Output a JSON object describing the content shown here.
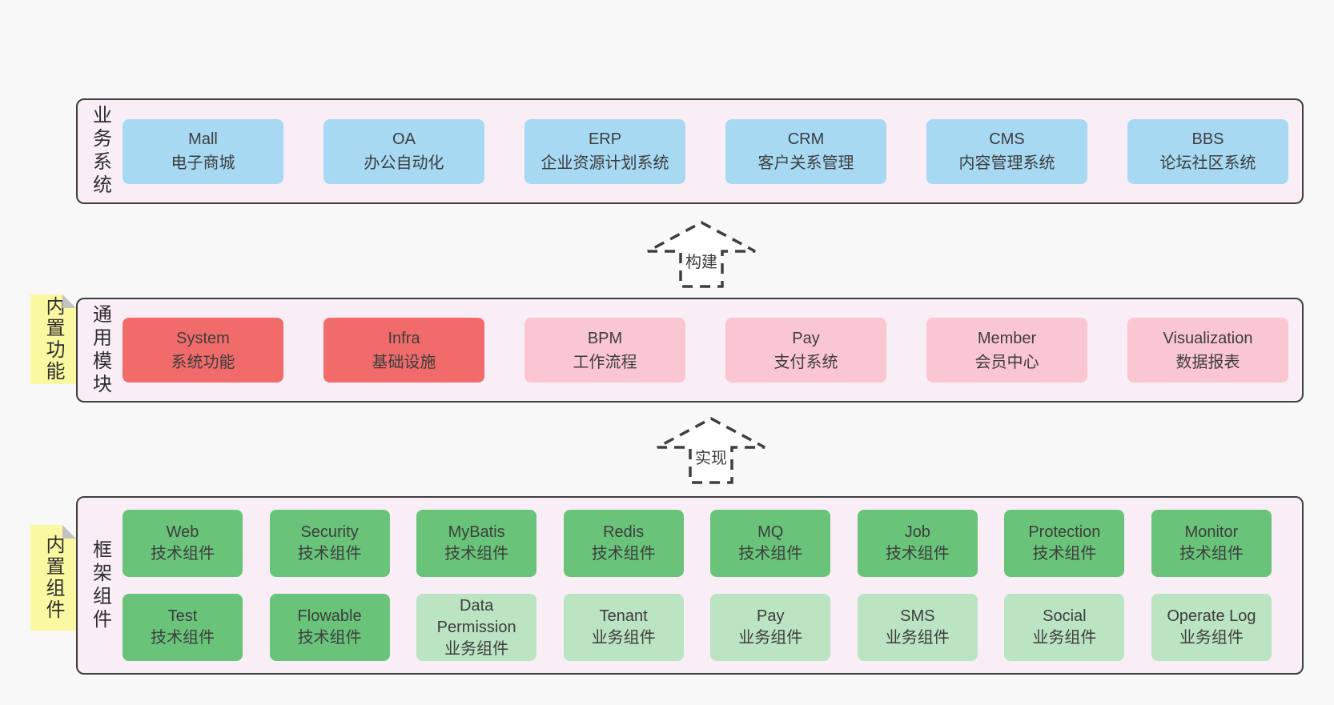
{
  "colors": {
    "page_bg": "#f8f8f8",
    "band_bg": "#f9edf6",
    "band_border": "#3f3f3f",
    "blue": "#a7d9f3",
    "red": "#f16b6b",
    "pink": "#fac6d1",
    "green": "#69c47a",
    "light_green": "#bbe4c3",
    "tag_yellow": "#fbf8a2",
    "fold_gray": "#c2c2c2",
    "text": "#3d3d3d"
  },
  "business": {
    "label": "业务系统",
    "boxes": [
      {
        "name": "Mall",
        "desc": "电子商城",
        "variant": "blue"
      },
      {
        "name": "OA",
        "desc": "办公自动化",
        "variant": "blue"
      },
      {
        "name": "ERP",
        "desc": "企业资源计划系统",
        "variant": "blue"
      },
      {
        "name": "CRM",
        "desc": "客户关系管理",
        "variant": "blue"
      },
      {
        "name": "CMS",
        "desc": "内容管理系统",
        "variant": "blue"
      },
      {
        "name": "BBS",
        "desc": "论坛社区系统",
        "variant": "blue"
      }
    ]
  },
  "arrows": {
    "build": "构建",
    "implement": "实现"
  },
  "modules": {
    "label": "通用模块",
    "tag": "内置功能",
    "boxes": [
      {
        "name": "System",
        "desc": "系统功能",
        "variant": "red"
      },
      {
        "name": "Infra",
        "desc": "基础设施",
        "variant": "red"
      },
      {
        "name": "BPM",
        "desc": "工作流程",
        "variant": "pink"
      },
      {
        "name": "Pay",
        "desc": "支付系统",
        "variant": "pink"
      },
      {
        "name": "Member",
        "desc": "会员中心",
        "variant": "pink"
      },
      {
        "name": "Visualization",
        "desc": "数据报表",
        "variant": "pink"
      }
    ]
  },
  "framework": {
    "label": "框架组件",
    "tag": "内置组件",
    "rows": [
      [
        {
          "name": "Web",
          "desc": "技术组件",
          "variant": "green"
        },
        {
          "name": "Security",
          "desc": "技术组件",
          "variant": "green"
        },
        {
          "name": "MyBatis",
          "desc": "技术组件",
          "variant": "green"
        },
        {
          "name": "Redis",
          "desc": "技术组件",
          "variant": "green"
        },
        {
          "name": "MQ",
          "desc": "技术组件",
          "variant": "green"
        },
        {
          "name": "Job",
          "desc": "技术组件",
          "variant": "green"
        },
        {
          "name": "Protection",
          "desc": "技术组件",
          "variant": "green"
        },
        {
          "name": "Monitor",
          "desc": "技术组件",
          "variant": "green"
        }
      ],
      [
        {
          "name": "Test",
          "desc": "技术组件",
          "variant": "green"
        },
        {
          "name": "Flowable",
          "desc": "技术组件",
          "variant": "green"
        },
        {
          "name": "Data Permission",
          "desc": "业务组件",
          "variant": "light-green"
        },
        {
          "name": "Tenant",
          "desc": "业务组件",
          "variant": "light-green"
        },
        {
          "name": "Pay",
          "desc": "业务组件",
          "variant": "light-green"
        },
        {
          "name": "SMS",
          "desc": "业务组件",
          "variant": "light-green"
        },
        {
          "name": "Social",
          "desc": "业务组件",
          "variant": "light-green"
        },
        {
          "name": "Operate Log",
          "desc": "业务组件",
          "variant": "light-green"
        }
      ]
    ]
  }
}
